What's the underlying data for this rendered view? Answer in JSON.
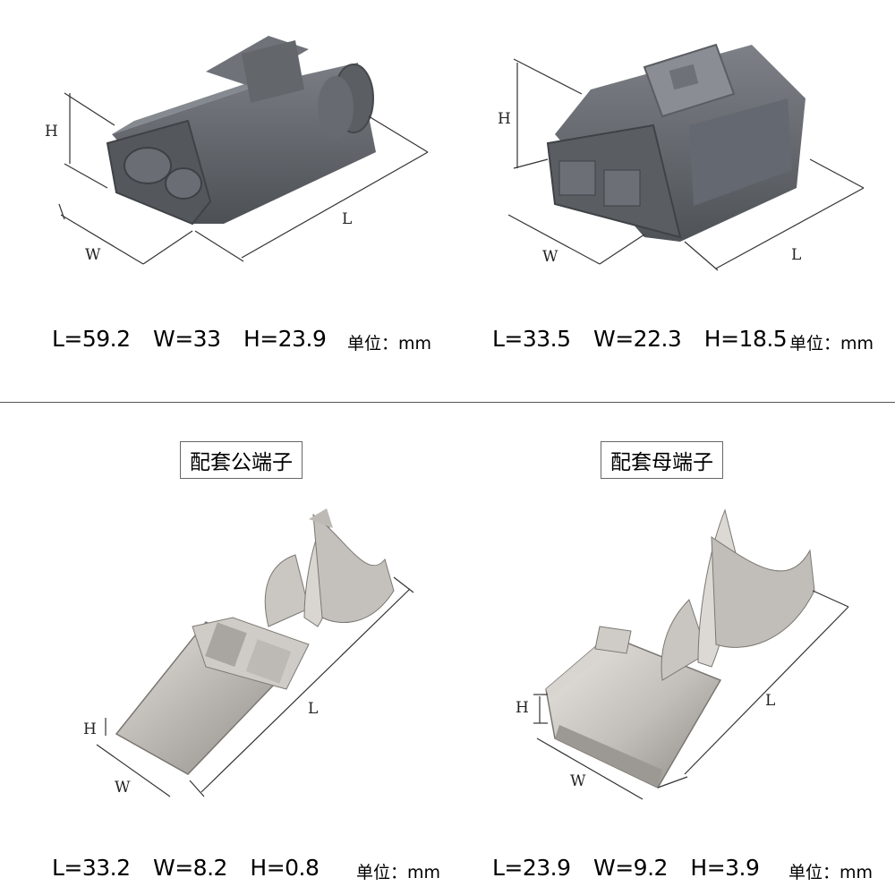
{
  "top_left": {
    "dims": {
      "h": "H",
      "w": "W",
      "l": "L"
    },
    "spec": {
      "l": "L=59.2",
      "w": "W=33",
      "h": "H=23.9",
      "unit": "单位：mm"
    }
  },
  "top_right": {
    "dims": {
      "h": "H",
      "w": "W",
      "l": "L"
    },
    "spec": {
      "l": "L=33.5",
      "w": "W=22.3",
      "h": "H=18.5",
      "unit": "单位：mm"
    }
  },
  "bottom_left": {
    "title": "配套公端子",
    "dims": {
      "h": "H",
      "w": "W",
      "l": "L"
    },
    "spec": {
      "l": "L=33.2",
      "w": "W=8.2",
      "h": "H=0.8",
      "unit": "单位：mm"
    }
  },
  "bottom_right": {
    "title": "配套母端子",
    "dims": {
      "h": "H",
      "w": "W",
      "l": "L"
    },
    "spec": {
      "l": "L=23.9",
      "w": "W=9.2",
      "h": "H=3.9",
      "unit": "单位：mm"
    }
  },
  "colors": {
    "housing": "#5f6368",
    "metal": "#c9c6c2",
    "divider": "#555555"
  }
}
